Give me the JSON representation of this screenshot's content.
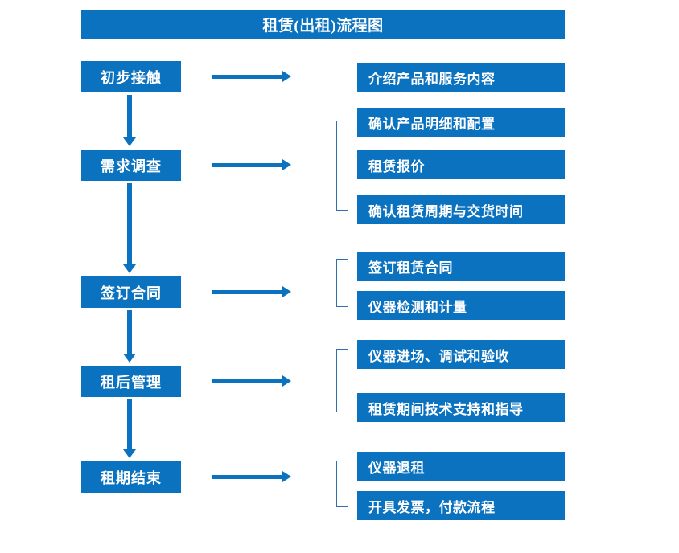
{
  "diagram": {
    "title": "租赁(出租)流程图",
    "colors": {
      "box_blue": "#0b72c0",
      "arrow_blue": "#0b72c0",
      "bracket_blue": "#2e6fae",
      "text_white": "#ffffff",
      "background": "#ffffff"
    },
    "stages": [
      {
        "id": "stage-1",
        "label": "初步接触"
      },
      {
        "id": "stage-2",
        "label": "需求调查"
      },
      {
        "id": "stage-3",
        "label": "签订合同"
      },
      {
        "id": "stage-4",
        "label": "租后管理"
      },
      {
        "id": "stage-5",
        "label": "租期结束"
      }
    ],
    "details": [
      {
        "id": "detail-1",
        "label": "介绍产品和服务内容",
        "group": 1
      },
      {
        "id": "detail-2",
        "label": "确认产品明细和配置",
        "group": 2
      },
      {
        "id": "detail-3",
        "label": "租赁报价",
        "group": 2
      },
      {
        "id": "detail-4",
        "label": "确认租赁周期与交货时间",
        "group": 2
      },
      {
        "id": "detail-5",
        "label": "签订租赁合同",
        "group": 3
      },
      {
        "id": "detail-6",
        "label": "仪器检测和计量",
        "group": 3
      },
      {
        "id": "detail-7",
        "label": "仪器进场、调试和验收",
        "group": 4
      },
      {
        "id": "detail-8",
        "label": "租赁期间技术支持和指导",
        "group": 4
      },
      {
        "id": "detail-9",
        "label": "仪器退租",
        "group": 5
      },
      {
        "id": "detail-10",
        "label": "开具发票，付款流程",
        "group": 5
      }
    ],
    "connections": {
      "horizontal_arrow_count": 5,
      "vertical_arrow_count": 4,
      "bracket_count": 4
    }
  }
}
